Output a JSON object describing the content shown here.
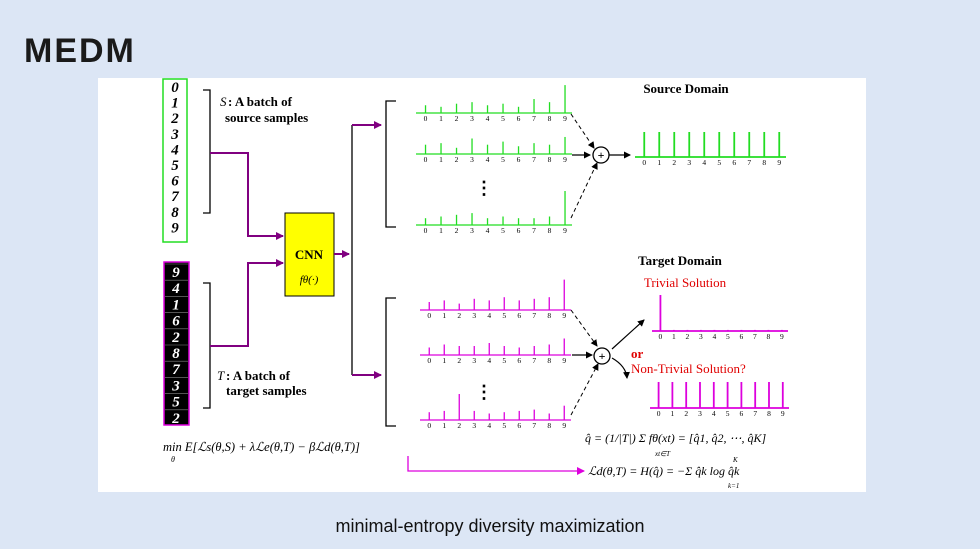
{
  "slide": {
    "title": "MEDM",
    "caption": "minimal-entropy diversity maximization"
  },
  "diagram": {
    "source_digits": [
      "0",
      "1",
      "2",
      "3",
      "4",
      "5",
      "6",
      "7",
      "8",
      "9"
    ],
    "target_digits": [
      "9",
      "4",
      "1",
      "6",
      "2",
      "8",
      "7",
      "3",
      "5",
      "2"
    ],
    "source_label_symbol": "S",
    "source_label_line1": " : A batch of",
    "source_label_line2": "source samples",
    "target_label_symbol": "T",
    "target_label_line1": " : A batch of",
    "target_label_line2": "target samples",
    "cnn_label": "CNN",
    "cnn_func": "fθ(·)",
    "source_domain_title": "Source Domain",
    "target_domain_title": "Target Domain",
    "trivial_solution": "Trivial Solution",
    "or_text": "or",
    "non_trivial_solution": "Non-Trivial Solution?",
    "tick_labels": [
      "0",
      "1",
      "2",
      "3",
      "4",
      "5",
      "6",
      "7",
      "8",
      "9"
    ],
    "dots": "⋮",
    "plus": "+",
    "objective_formula": "min E[ℒs(θ,S) + λℒe(θ,T) − βℒd(θ,T)]",
    "objective_subscript": "θ",
    "qhat_formula": "q̂ = (1/|T|) Σ fθ(xt) = [q̂1, q̂2, ⋯, q̂K]",
    "qhat_sum_subscript": "xt∈T",
    "ld_formula": "ℒd(θ,T) = H(q̂) = −Σ q̂k log q̂k",
    "ld_sum_top": "K",
    "ld_sum_bottom": "k=1",
    "colors": {
      "green": "#22dd22",
      "magenta": "#dd00dd",
      "purple_arrow": "#800080",
      "cnn_fill": "#ffff00",
      "red_text": "#e00000",
      "black": "#000000"
    },
    "histograms": {
      "source_1": [
        0.25,
        0.2,
        0.3,
        0.35,
        0.25,
        0.3,
        0.2,
        0.45,
        0.35,
        0.9
      ],
      "source_2": [
        0.3,
        0.35,
        0.2,
        0.5,
        0.3,
        0.4,
        0.25,
        0.35,
        0.3,
        0.55
      ],
      "source_n": [
        0.2,
        0.25,
        0.3,
        0.35,
        0.2,
        0.25,
        0.2,
        0.2,
        0.25,
        1.0
      ],
      "source_out": [
        1,
        1,
        1,
        1,
        1,
        1,
        1,
        1,
        1,
        1
      ],
      "target_1": [
        0.25,
        0.3,
        0.2,
        0.35,
        0.3,
        0.4,
        0.3,
        0.35,
        0.4,
        0.95
      ],
      "target_2": [
        0.25,
        0.35,
        0.3,
        0.3,
        0.4,
        0.3,
        0.25,
        0.3,
        0.35,
        0.55
      ],
      "target_n": [
        0.3,
        0.35,
        1.0,
        0.35,
        0.25,
        0.3,
        0.35,
        0.4,
        0.25,
        0.55
      ],
      "trivial": [
        1.0,
        0.03,
        0.03,
        0.03,
        0.03,
        0.03,
        0.03,
        0.03,
        0.03,
        0.03
      ],
      "nontrivial": [
        1,
        1,
        1,
        1,
        1,
        1,
        1,
        1,
        1,
        1
      ]
    }
  }
}
